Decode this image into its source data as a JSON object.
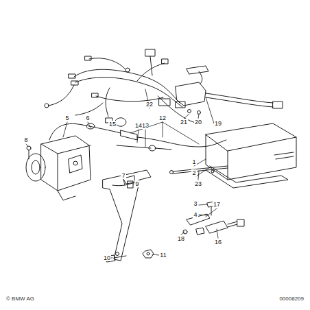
{
  "diagram": {
    "labels": [
      "1",
      "2",
      "3",
      "4",
      "5",
      "6",
      "7",
      "8",
      "9",
      "10",
      "11",
      "12",
      "13",
      "14",
      "15",
      "16",
      "17",
      "18",
      "19",
      "20",
      "21",
      "22",
      "23",
      "© BMW AG",
      "00008209"
    ]
  }
}
